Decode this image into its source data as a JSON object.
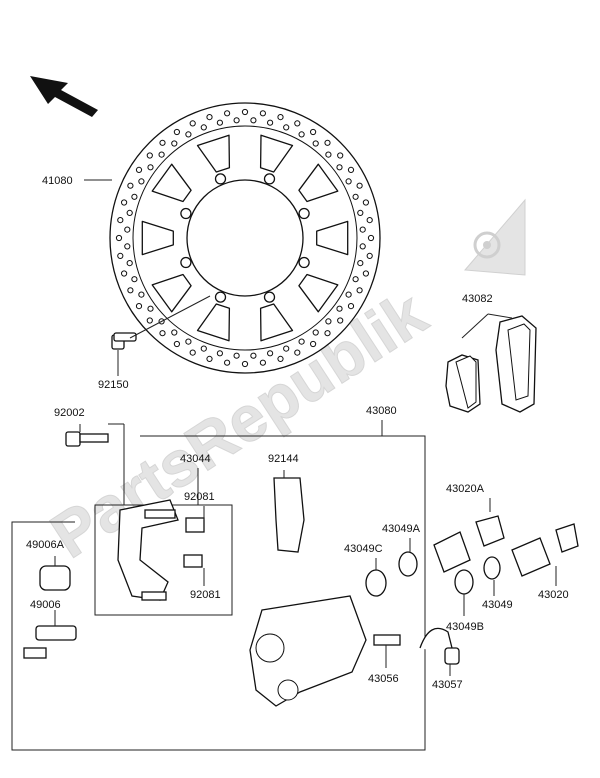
{
  "watermark": {
    "text": "PartsRepublik"
  },
  "parts": {
    "p41080": "41080",
    "p92150": "92150",
    "p43082": "43082",
    "p92002": "92002",
    "p43080": "43080",
    "p43044": "43044",
    "p92144": "92144",
    "p92081a": "92081",
    "p92081b": "92081",
    "p43020a": "43020A",
    "p43049a": "43049A",
    "p43049c": "43049C",
    "p49006a": "49006A",
    "p49006": "49006",
    "p43049": "43049",
    "p43020": "43020",
    "p43049b": "43049B",
    "p43056": "43056",
    "p43057": "43057"
  },
  "icons": {
    "direction": "front-direction-arrow-icon",
    "brand": "gear-logo-icon"
  }
}
